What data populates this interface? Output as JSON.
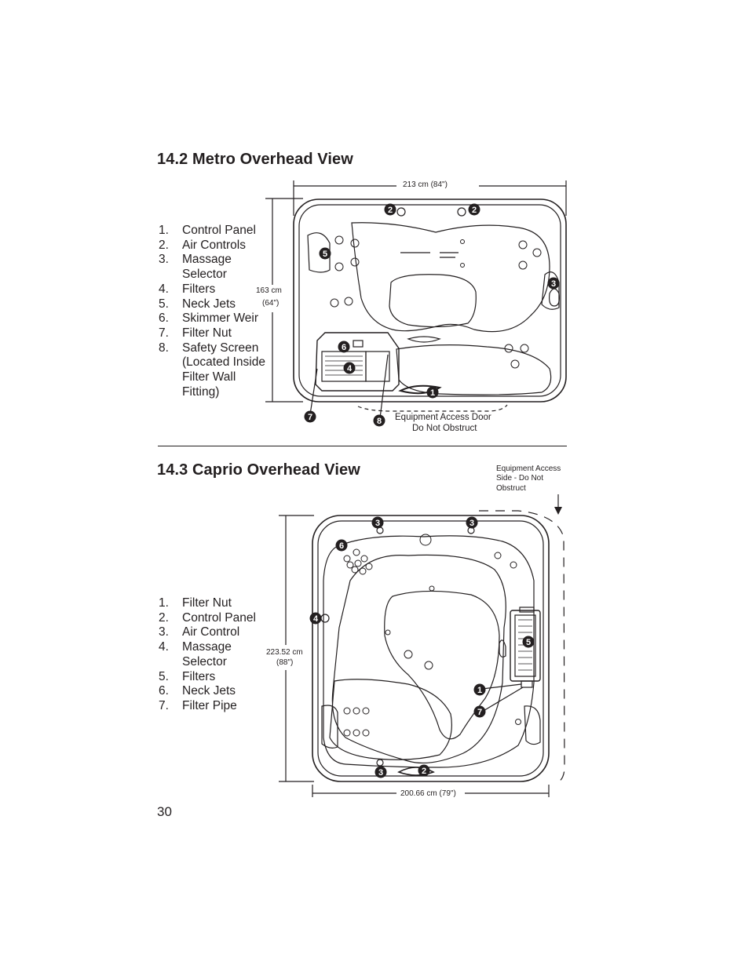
{
  "metro": {
    "title": "14.2  Metro Overhead View",
    "legend": [
      {
        "num": "1.",
        "text": "Control Panel"
      },
      {
        "num": "2.",
        "text": "Air Controls"
      },
      {
        "num": "3.",
        "text": "Massage Selector"
      },
      {
        "num": "4.",
        "text": "Filters"
      },
      {
        "num": "5.",
        "text": "Neck Jets"
      },
      {
        "num": "6.",
        "text": "Skimmer Weir"
      },
      {
        "num": "7.",
        "text": "Filter Nut"
      },
      {
        "num": "8.",
        "text": "Safety Screen (Located Inside Filter Wall Fitting)"
      }
    ],
    "width_label": "213 cm (84\")",
    "height_label_cm": "163 cm",
    "height_label_in": "(64\")",
    "access_note_line1": "Equipment Access Door",
    "access_note_line2": "Do Not Obstruct",
    "callouts": [
      "1",
      "2",
      "2",
      "3",
      "4",
      "5",
      "6",
      "7",
      "8"
    ]
  },
  "caprio": {
    "title": "14.3  Caprio Overhead View",
    "legend": [
      {
        "num": "1.",
        "text": "Filter Nut"
      },
      {
        "num": "2.",
        "text": "Control Panel"
      },
      {
        "num": "3.",
        "text": "Air Control"
      },
      {
        "num": "4.",
        "text": "Massage Selector"
      },
      {
        "num": "5.",
        "text": "Filters"
      },
      {
        "num": "6.",
        "text": "Neck Jets"
      },
      {
        "num": "7.",
        "text": "Filter Pipe"
      }
    ],
    "access_note_line1": "Equipment Access",
    "access_note_line2": "Side - Do Not",
    "access_note_line3": "Obstruct",
    "height_label_cm": "223.52 cm",
    "height_label_in": "(88\")",
    "width_label": "200.66 cm (79\")",
    "callouts": [
      "1",
      "2",
      "3",
      "3",
      "3",
      "4",
      "5",
      "6",
      "7"
    ]
  },
  "page_number": "30"
}
